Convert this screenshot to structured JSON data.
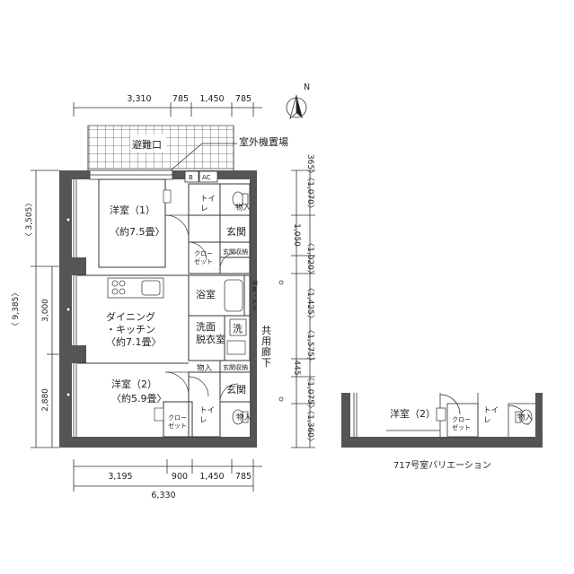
{
  "dims_top": [
    "3,310",
    "785",
    "1,450",
    "785"
  ],
  "dims_bottom": [
    "3,195",
    "900",
    "1,450",
    "785"
  ],
  "dim_total_bottom": "6,330",
  "dims_left_outer": [
    "〈 3,505〉",
    "〈 9,385〉"
  ],
  "dims_left_inner": [
    "3,000",
    "2,880"
  ],
  "dims_right": [
    "〈1,070〉",
    "365〉",
    "1,050",
    "〈1,020〉",
    "〈1,425〉",
    "〈1,575〉",
    "445",
    "〈1,075〉",
    "〈1,360〉"
  ],
  "north": "N",
  "labels": {
    "evac": "避難口",
    "outdoor_unit": "室外機置場",
    "b": "B",
    "ac": "AC",
    "room1_name": "洋室（1）",
    "room1_size": "〈約7.5畳〉",
    "toilet": "トイ\nレ",
    "storage": "物入",
    "entrance": "玄関",
    "closet": "クロー\nゼット",
    "entrance_storage": "玄関収納",
    "bath": "浴室",
    "mbps": "M\n B\n ・\n P\n S",
    "dk_name": "ダイニング",
    "dk_name2": "・キッチン",
    "dk_size": "〈約7.1畳〉",
    "wash_room": "洗面",
    "dress_room": "脱衣室",
    "wash": "洗",
    "corridor": "共\n用\n廊\n下",
    "room2_name": "洋室（2）",
    "room2_size": "〈約5.9畳〉"
  },
  "variation": {
    "room": "洋室（2）",
    "closet": "クロー\nゼット",
    "toilet": "トイ\nレ",
    "storage": "物入",
    "caption": "717号室バリエーション"
  }
}
